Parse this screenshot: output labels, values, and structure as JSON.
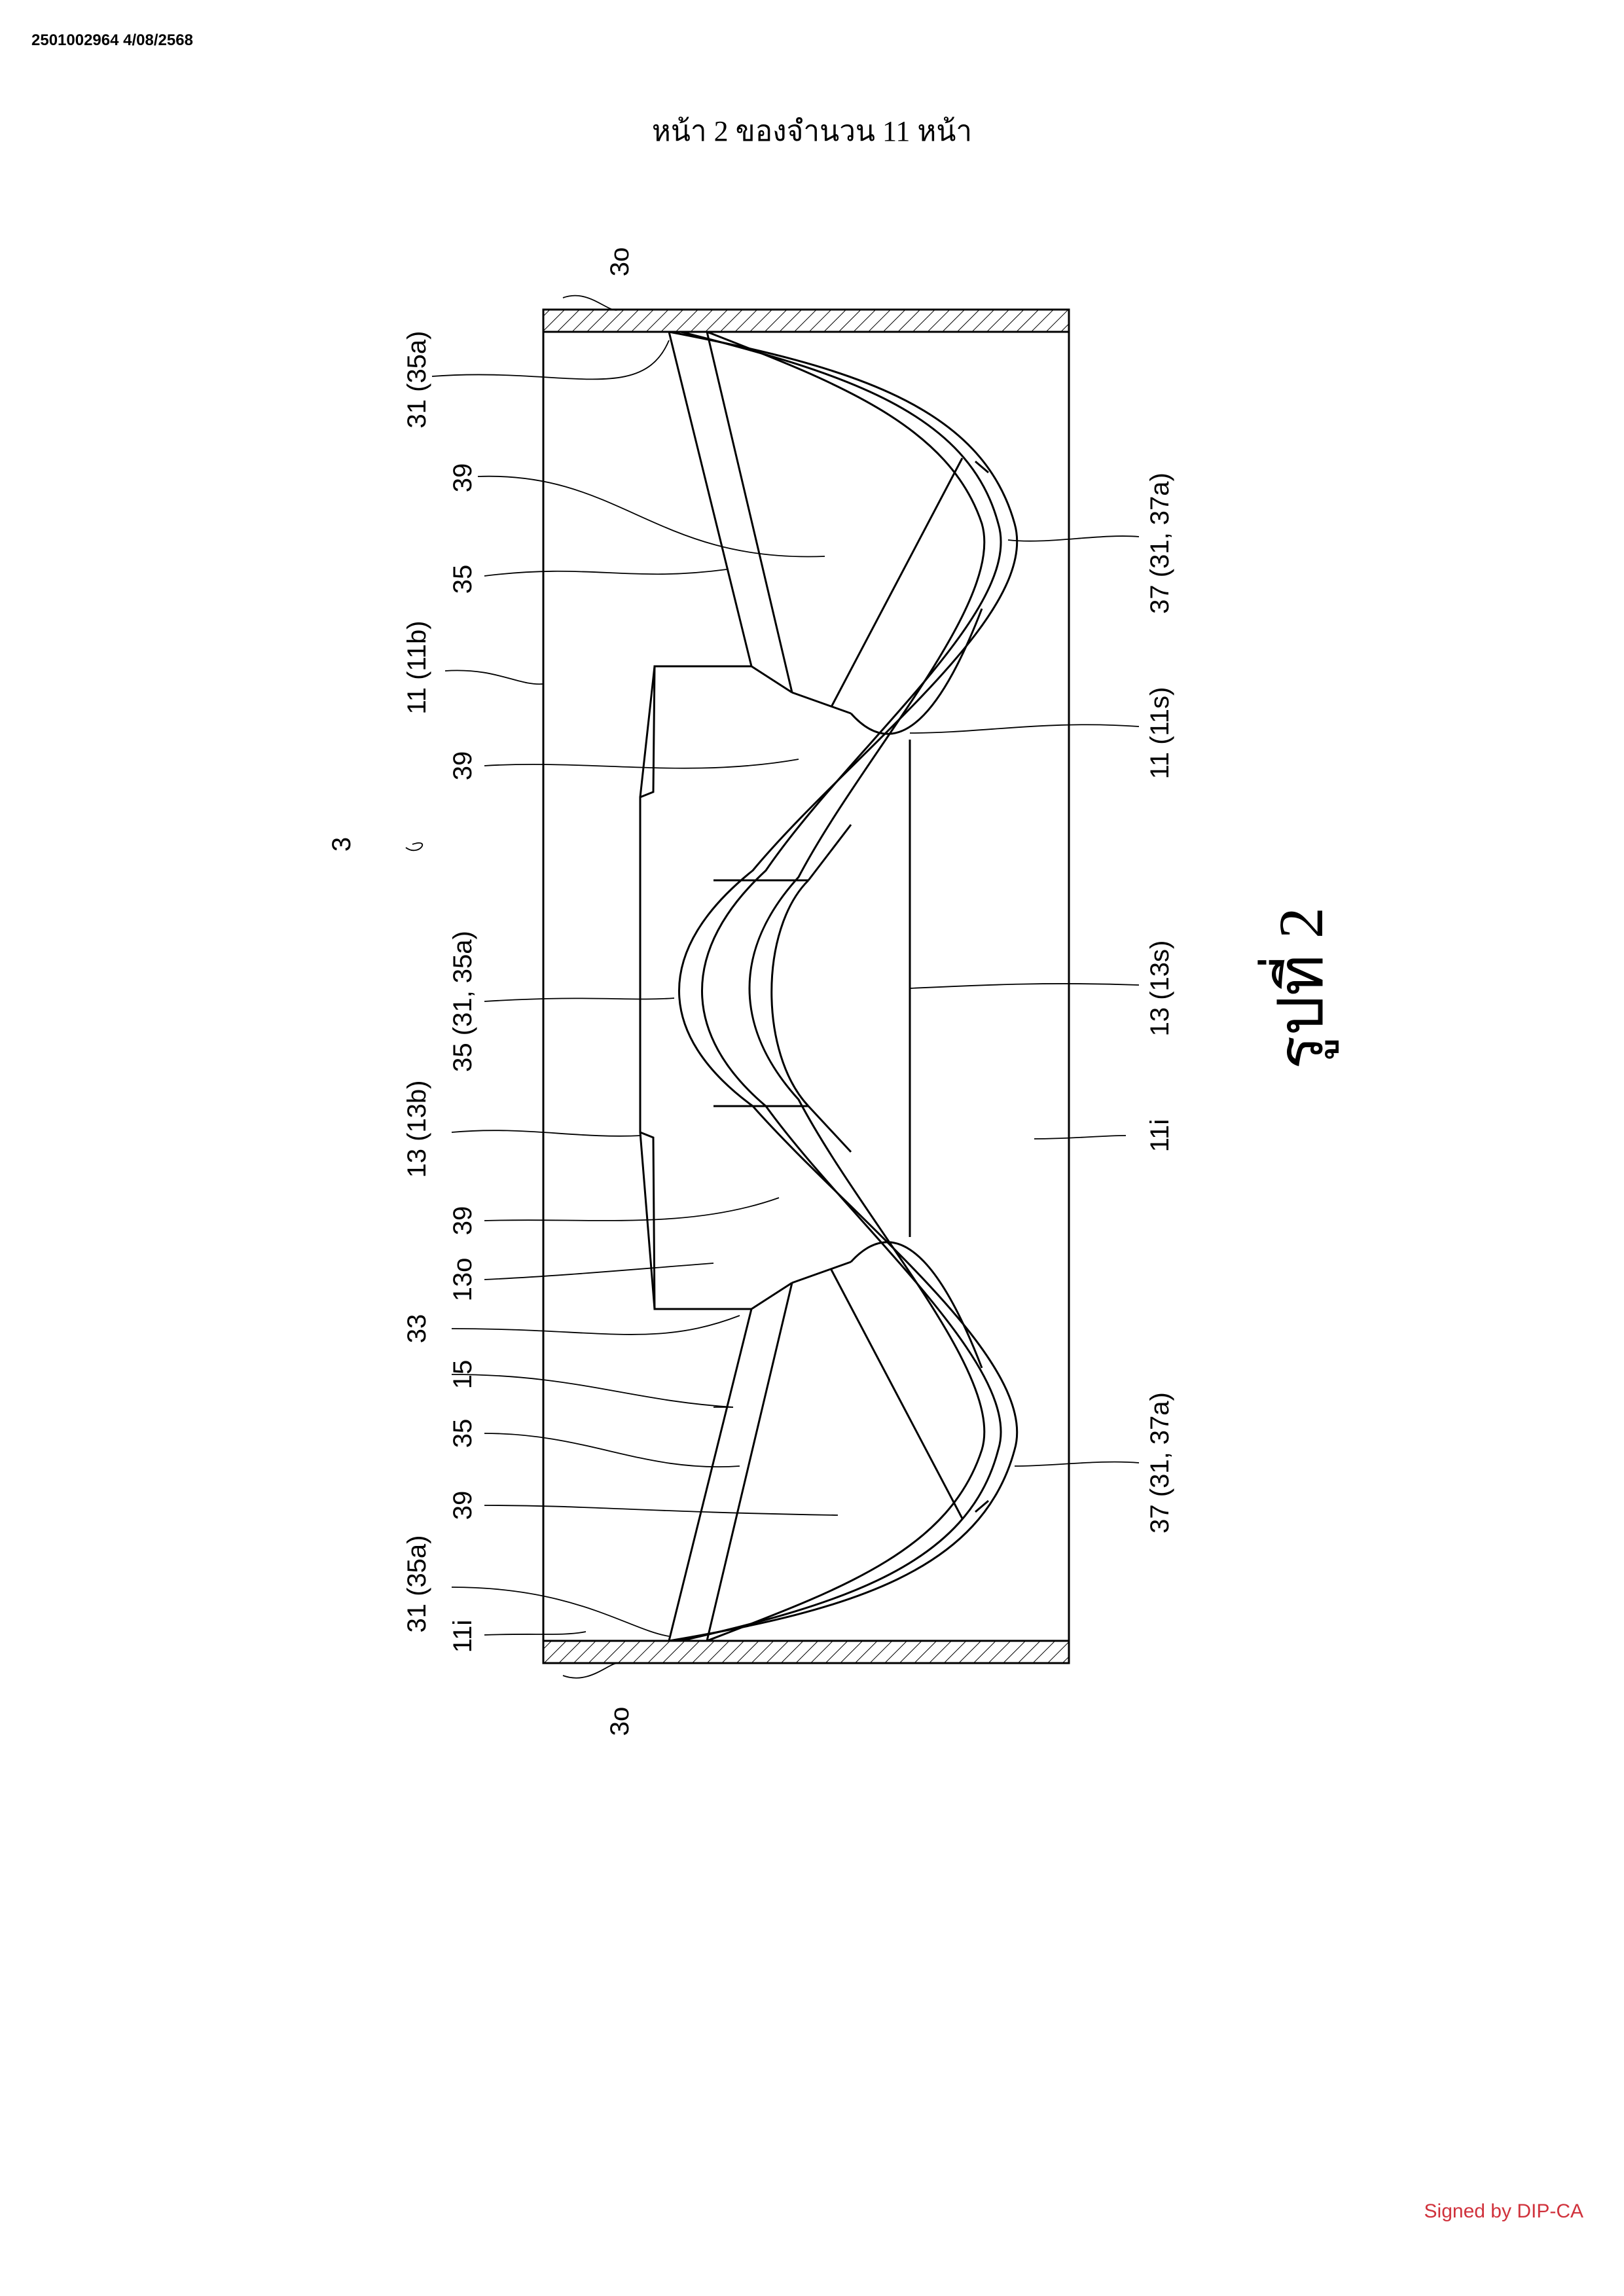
{
  "header": {
    "doc_id": "2501002964 4/08/2568",
    "page_number": "หน้า 2 ของจำนวน 11 หน้า"
  },
  "figure": {
    "caption": "รูปที่ 2",
    "labels": {
      "ref_3o_top": "3o",
      "ref_3o_bottom": "3o",
      "ref_3": "3",
      "ref_31_35a_top": "31 (35a)",
      "ref_39_a": "39",
      "ref_35_a": "35",
      "ref_11_11b": "11 (11b)",
      "ref_39_b": "39",
      "ref_35_31_35a": "35 (31, 35a)",
      "ref_13_13b": "13 (13b)",
      "ref_39_c": "39",
      "ref_13o": "13o",
      "ref_33": "33",
      "ref_15": "15",
      "ref_35_b": "35",
      "ref_39_d": "39",
      "ref_31_35a_bottom": "31 (35a)",
      "ref_11i_left": "11i",
      "ref_37_31_37a_top": "37 (31, 37a)",
      "ref_11_11s": "11 (11s)",
      "ref_13_13s": "13 (13s)",
      "ref_11i_right": "11i",
      "ref_37_31_37a_bottom": "37 (31, 37a)"
    }
  },
  "footer": {
    "signature": "Signed by DIP-CA"
  }
}
